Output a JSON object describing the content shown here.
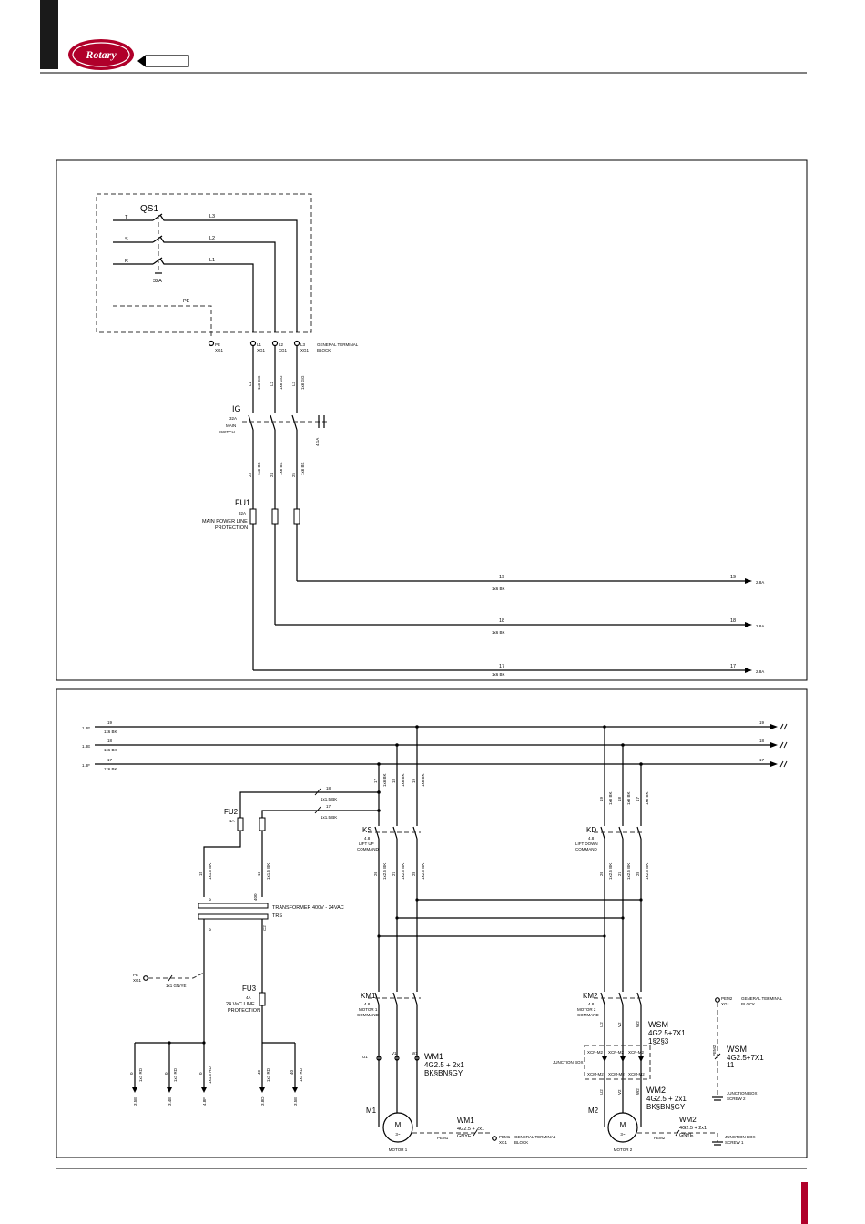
{
  "header": {
    "logo_text": "Rotary",
    "accent_color": "#b0002a"
  },
  "supply": {
    "breaker": {
      "tag": "QS1",
      "rating": "32A"
    },
    "phases_in": [
      "T",
      "S",
      "R"
    ],
    "phases_out": [
      "L3",
      "L2",
      "L1"
    ],
    "pe": "PE",
    "terminals": [
      {
        "name": "PE",
        "block": "XG1"
      },
      {
        "name": "L1",
        "block": "XG1"
      },
      {
        "name": "L2",
        "block": "XG1"
      },
      {
        "name": "L3",
        "block": "XG1"
      }
    ],
    "terminal_block_label": [
      "GENERAL TERMINAL",
      "BLOCK"
    ],
    "wires_top": [
      {
        "num": "L1",
        "spec": "1x6 GG"
      },
      {
        "num": "L2",
        "spec": "1x6 GG"
      },
      {
        "num": "L3",
        "spec": "1x6 GG"
      }
    ]
  },
  "main_switch": {
    "tag": "IG",
    "rating": "32A",
    "desc": [
      "MAIN",
      "SWITCH"
    ],
    "aux": "4.1A"
  },
  "wires_mid": [
    {
      "num": "23",
      "spec": "1x6 BK"
    },
    {
      "num": "24",
      "spec": "1x6 BK"
    },
    {
      "num": "25",
      "spec": "1x6 BK"
    }
  ],
  "fuse_fu1": {
    "tag": "FU1",
    "rating": "32A",
    "desc": [
      "MAIN POWER LINE",
      "PROTECTION"
    ]
  },
  "outgoing": [
    {
      "num": "19",
      "spec": "1x6 BK",
      "ref": "2.8A"
    },
    {
      "num": "18",
      "spec": "1x6 BK",
      "ref": "2.8A"
    },
    {
      "num": "17",
      "spec": "1x6 BK",
      "ref": "2.8A"
    }
  ],
  "bus": [
    {
      "ref": "1.8E",
      "num": "19",
      "spec": "1x6 BK"
    },
    {
      "ref": "1.8E",
      "num": "18",
      "spec": "1x6 BK"
    },
    {
      "ref": "1.8F",
      "num": "17",
      "spec": "1x6 BK"
    }
  ],
  "aux_circuit": {
    "wire_18": {
      "num": "18",
      "spec": "1x1.5 BK"
    },
    "wire_17": {
      "num": "17",
      "spec": "1x1.5 BK"
    },
    "fu2": {
      "tag": "FU2",
      "rating": "1A"
    },
    "wire_15": {
      "num": "15",
      "spec": "1x1.5 BK"
    },
    "wire_16": {
      "num": "16",
      "spec": "1x1.5 BK"
    },
    "trs_pins": [
      "0",
      "400",
      "0",
      "C2"
    ],
    "transformer": {
      "desc": "TRANSFORMER 400V - 24VAC",
      "tag": "TRS"
    },
    "pe_term": {
      "name": "PE",
      "block": "XG1",
      "wire": "1x1 GN/YE"
    },
    "fu3": {
      "tag": "FU3",
      "rating": "4A",
      "desc": [
        "24 VaC LINE",
        "PROTECTION"
      ]
    },
    "outputs": [
      {
        "num": "0",
        "spec": "1x1 RD",
        "ref": "3.5E"
      },
      {
        "num": "0",
        "spec": "1x1 RD",
        "ref": "3.4E"
      },
      {
        "num": "0",
        "spec": "1x1.5 RD",
        "ref": "4.8F"
      },
      {
        "num": "40",
        "spec": "1x1 RD",
        "ref": "3.8D"
      },
      {
        "num": "40",
        "spec": "1x1 RD",
        "ref": "3.5E"
      }
    ]
  },
  "motor1": {
    "ks": {
      "tag": "KS",
      "ref": "4.8",
      "desc": [
        "LIFT UP",
        "COMMAND"
      ]
    },
    "wires_in": [
      {
        "num": "17",
        "spec": "1x6 BK"
      },
      {
        "num": "18",
        "spec": "1x6 BK"
      },
      {
        "num": "19",
        "spec": "1x6 BK"
      }
    ],
    "wires_out": [
      {
        "num": "26",
        "spec": "1x2.5 BK"
      },
      {
        "num": "27",
        "spec": "1x2.5 BK"
      },
      {
        "num": "28",
        "spec": "1x2.5 BK"
      }
    ],
    "km": {
      "tag": "KM1",
      "ref": "4.8",
      "desc": [
        "MOTOR 1",
        "COMMAND"
      ]
    },
    "terms": [
      "U1",
      "V1",
      "W1"
    ],
    "cable": {
      "tag": "WM1",
      "spec": "4G2.5 + 2x1",
      "colors": "BK§BN§GY"
    },
    "pe_cable": {
      "tag": "WM1",
      "spec": "4G2.5 + 2x1",
      "colors": "GNYE"
    },
    "pe_term": {
      "name": "PEM1",
      "block": "XG1"
    },
    "pe_label": [
      "GENERAL TERMINAL",
      "BLOCK"
    ],
    "motor": {
      "tag": "M1",
      "symbol": "M",
      "phase": "3~",
      "caption": "MOTOR 1"
    }
  },
  "motor2": {
    "kd": {
      "tag": "KD",
      "ref": "4.8",
      "desc": [
        "LIFT DOWN",
        "COMMAND"
      ]
    },
    "wires_in": [
      {
        "num": "19",
        "spec": "1x6 BK"
      },
      {
        "num": "18",
        "spec": "1x6 BK"
      },
      {
        "num": "17",
        "spec": "1x6 BK"
      }
    ],
    "wires_out": [
      {
        "num": "26",
        "spec": "1x2.5 BK"
      },
      {
        "num": "27",
        "spec": "1x2.5 BK"
      },
      {
        "num": "28",
        "spec": "1x2.5 BK"
      }
    ],
    "km": {
      "tag": "KM2",
      "ref": "4.8",
      "desc": [
        "MOTOR 2",
        "COMMAND"
      ]
    },
    "terms": [
      "U2",
      "V2",
      "W2"
    ],
    "cable_top": {
      "tag": "WSM",
      "spec": "4G2.5+7X1",
      "colors": "1§2§3"
    },
    "junction_box": {
      "label": "JUNCTION BOX",
      "top": [
        "XCP-M2",
        "XCP-M2",
        "XCP-M2"
      ],
      "bottom": [
        "XCM-M2",
        "XCM-M2",
        "XCM-M2"
      ]
    },
    "cable": {
      "tag": "WM2",
      "spec": "4G2.5 + 2x1",
      "colors": "BK§BN§GY"
    },
    "pe_cable": {
      "tag": "WM2",
      "spec": "4G2.5 + 2x1",
      "colors": "GNYE"
    },
    "pe_term": {
      "name": "PEM2"
    },
    "motor": {
      "tag": "M2",
      "symbol": "M",
      "phase": "3~",
      "caption": "MOTOR 2"
    },
    "right_term": {
      "name": "PEM2",
      "block": "XG1",
      "label": [
        "GENERAL TERMINAL",
        "BLOCK"
      ]
    },
    "right_cable": {
      "tag": "WSM",
      "spec": "4G2.5+7X1",
      "num": "11",
      "wire": "PEM2"
    },
    "screw2": [
      "JUNCTION BOX",
      "SCREW 2"
    ],
    "screw1": [
      "JUNCTION BOX",
      "SCREW 1"
    ]
  }
}
